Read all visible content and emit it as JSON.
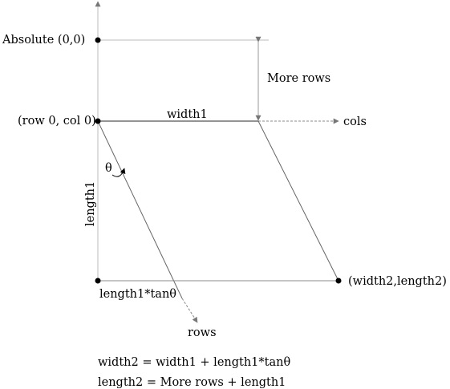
{
  "labels": {
    "absolute": "Absolute (0,0)",
    "more_rows": "More rows",
    "origin": "(row 0, col 0)",
    "width1": "width1",
    "cols": "cols",
    "theta": "θ",
    "length1": "length1",
    "length1_tan": "length1*tanθ",
    "corner": "(width2,length2)",
    "rows": "rows"
  },
  "formulas": {
    "width2": "width2 = width1 + length1*tanθ",
    "length2": "length2 = More rows + length1"
  },
  "colors": {
    "line": "#888888",
    "dark_line": "#555555",
    "dot": "#000000",
    "text": "#000000"
  }
}
